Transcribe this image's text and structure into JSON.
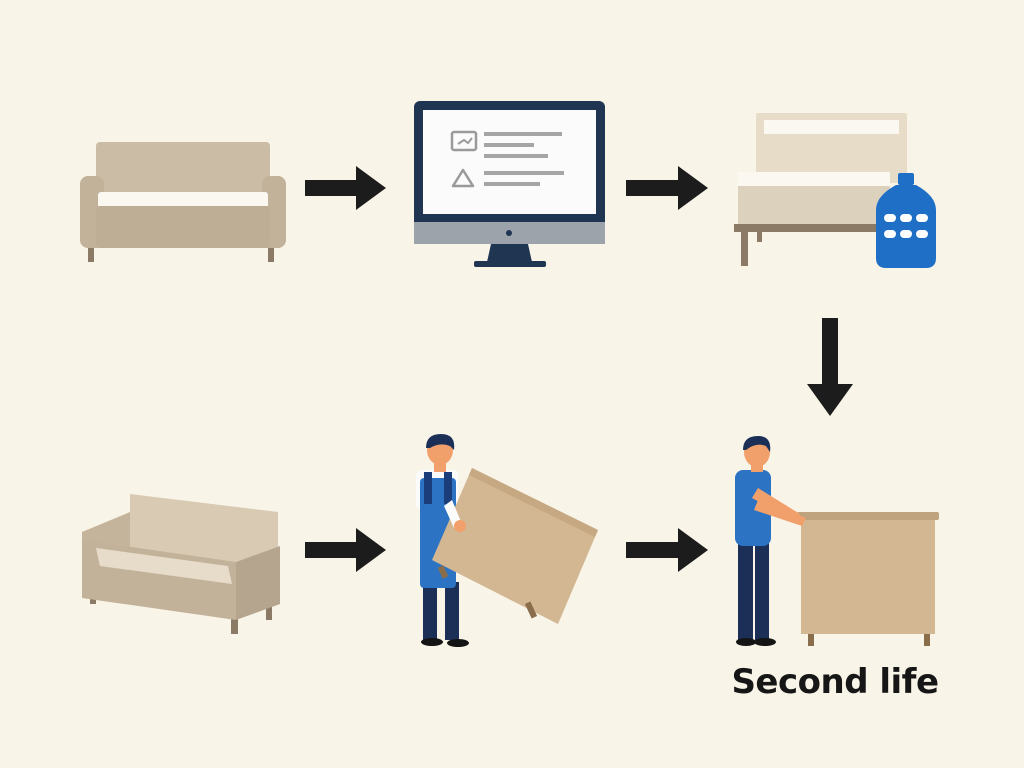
{
  "caption": "Second life",
  "colors": {
    "background": "#f9f4e8",
    "arrow": "#1c1c1c",
    "furniture": "#c9b9a2",
    "cardboard": "#d3b793",
    "screen_frame": "#1f3552",
    "bottle_blue": "#1f6fc6",
    "worker_blue": "#2d73c3",
    "worker_navy": "#1b2f57",
    "skin": "#f2a06b"
  },
  "steps": [
    {
      "id": "old-sofa",
      "icon": "sofa-icon"
    },
    {
      "id": "online-listing",
      "icon": "monitor-icon"
    },
    {
      "id": "cleaning",
      "icon": "bed-icon"
    },
    {
      "id": "repaired-sofa",
      "icon": "sofa-icon"
    },
    {
      "id": "moving",
      "icon": "mover-icon"
    },
    {
      "id": "delivery",
      "icon": "person-with-cabinet-icon"
    }
  ],
  "flow": [
    "right",
    "right",
    "down",
    "left-to-right",
    "left-to-right"
  ]
}
